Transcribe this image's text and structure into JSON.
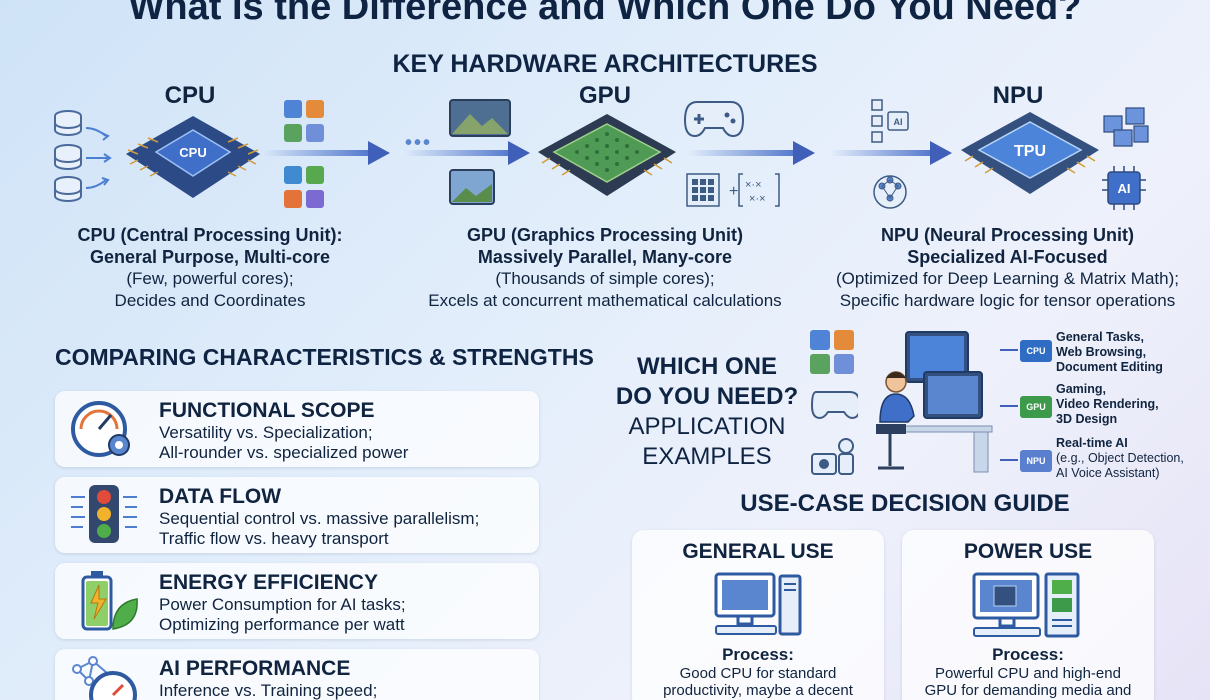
{
  "title": "What Is the Difference and Which One Do You Need?",
  "architectures": {
    "heading": "KEY HARDWARE ARCHITECTURES",
    "cpu": {
      "label": "CPU",
      "chip_text": "CPU",
      "name": "CPU (Central Processing Unit):",
      "tagline": "General Purpose, Multi-core",
      "line1": "(Few, powerful cores);",
      "line2": "Decides and Coordinates"
    },
    "gpu": {
      "label": "GPU",
      "name": "GPU (Graphics Processing Unit)",
      "tagline": "Massively Parallel, Many-core",
      "line1": "(Thousands of simple cores);",
      "line2": "Excels at concurrent mathematical calculations"
    },
    "npu": {
      "label": "NPU",
      "chip_text": "TPU",
      "ai_text": "AI",
      "name": "NPU (Neural Processing Unit)",
      "tagline": "Specialized AI-Focused",
      "line1": "(Optimized for Deep Learning & Matrix Math);",
      "line2": "Specific hardware logic for tensor operations"
    }
  },
  "comparison": {
    "heading": "COMPARING CHARACTERISTICS & STRENGTHS",
    "cards": [
      {
        "title": "FUNCTIONAL SCOPE",
        "line1": "Versatility vs. Specialization;",
        "line2": "All-rounder vs. specialized power",
        "icon": "gauge-gear-icon"
      },
      {
        "title": "DATA FLOW",
        "line1": "Sequential control vs. massive parallelism;",
        "line2": "Traffic flow vs. heavy transport",
        "icon": "traffic-light-icon"
      },
      {
        "title": "ENERGY EFFICIENCY",
        "line1": "Power Consumption for AI tasks;",
        "line2": "Optimizing performance per watt",
        "icon": "battery-leaf-icon"
      },
      {
        "title": "AI PERFORMANCE",
        "line1": "Inference vs. Training speed;",
        "line2": "",
        "icon": "network-gauge-icon"
      }
    ]
  },
  "which": {
    "line1": "WHICH ONE",
    "line2": "DO YOU NEED?",
    "line3": "APPLICATION",
    "line4": "EXAMPLES",
    "apps": [
      {
        "chip": "CPU",
        "color": "#2f6cc4",
        "l1": "General Tasks,",
        "l2": "Web Browsing,",
        "l3": "Document Editing"
      },
      {
        "chip": "GPU",
        "color": "#3c9a4a",
        "l1": "Gaming,",
        "l2": "Video Rendering,",
        "l3": "3D Design"
      },
      {
        "chip": "NPU",
        "color": "#5a7fcf",
        "l1": "Real-time AI",
        "l2": "(e.g., Object Detection,",
        "l3": "AI Voice Assistant)"
      }
    ]
  },
  "guide": {
    "heading": "USE-CASE DECISION GUIDE",
    "general": {
      "title": "GENERAL USE",
      "process": "Process:",
      "line1": "Good CPU for standard",
      "line2": "productivity, maybe a decent"
    },
    "power": {
      "title": "POWER USE",
      "process": "Process:",
      "line1": "Powerful CPU and high-end",
      "line2": "GPU for demanding media and"
    }
  },
  "colors": {
    "accent": "#3f5fb8",
    "dark": "#0f2442",
    "gpu_green": "#3c9a4a"
  }
}
